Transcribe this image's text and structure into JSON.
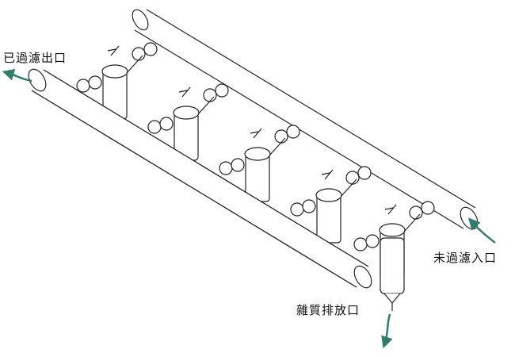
{
  "labels": {
    "filtered_outlet": "已過濾出口",
    "unfiltered_inlet": "未過濾入口",
    "impurity_drain": "雜質排放口"
  },
  "colors": {
    "line": "#222222",
    "arrow": "#2f7d6a",
    "background": "#ffffff"
  },
  "filter_units": 5
}
